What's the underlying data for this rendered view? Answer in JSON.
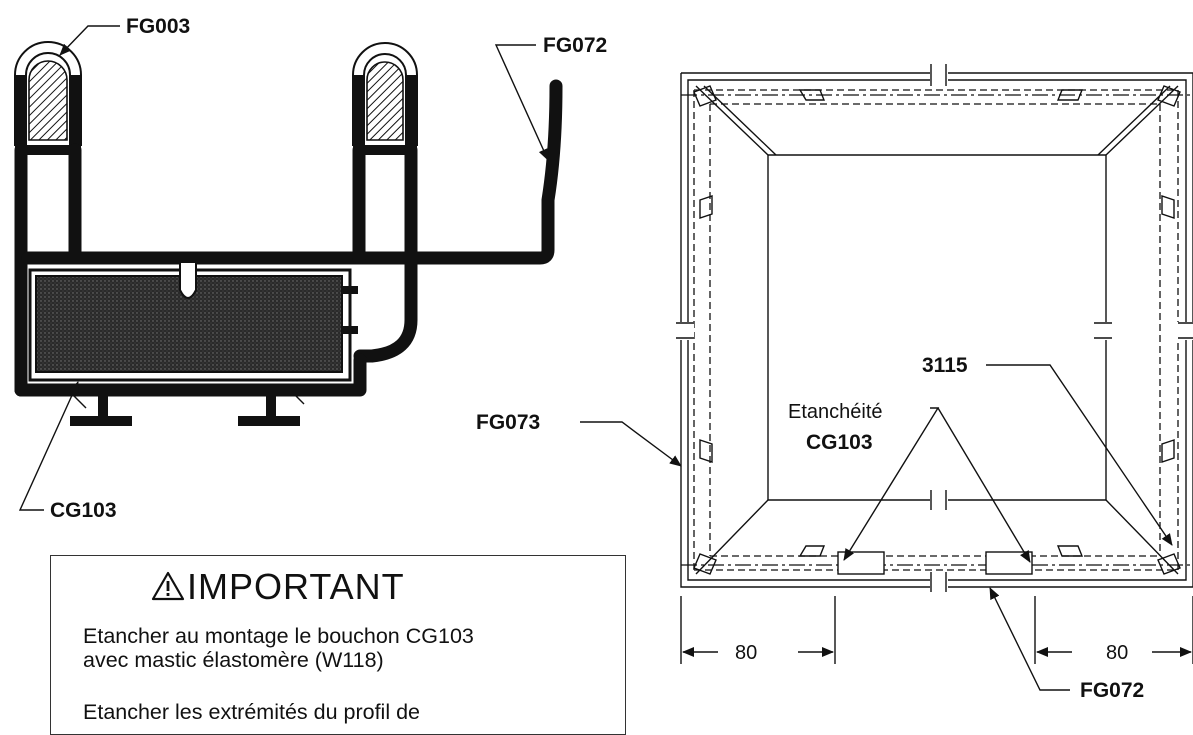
{
  "labels": {
    "fg003": "FG003",
    "fg072_top": "FG072",
    "fg073": "FG073",
    "cg103": "CG103",
    "code_3115": "3115",
    "etancheite": "Etanchéité",
    "etancheite_cg103": "CG103",
    "dim_left": "80",
    "dim_right": "80",
    "fg072_bottom": "FG072"
  },
  "notice": {
    "title": "IMPORTANT",
    "line1": "Etancher au montage le bouchon CG103",
    "line2": "avec mastic élastomère (W118)",
    "line3": "Etancher les extrémités du profil de"
  },
  "icons": {
    "warning": "warning-triangle-icon"
  }
}
